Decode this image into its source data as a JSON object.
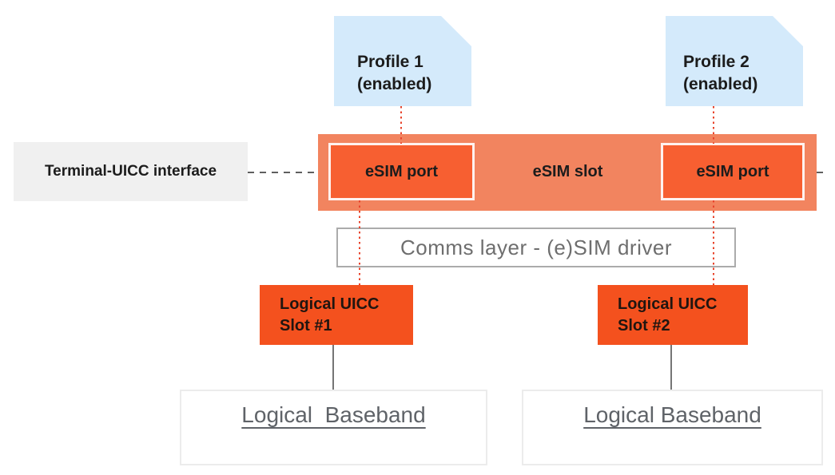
{
  "diagram": {
    "profiles": [
      {
        "title": "Profile 1",
        "subtitle": "(enabled)"
      },
      {
        "title": "Profile 2",
        "subtitle": "(enabled)"
      }
    ],
    "terminal_interface": {
      "label": "Terminal-UICC interface"
    },
    "esim_slot": {
      "label": "eSIM slot",
      "ports": [
        {
          "label": "eSIM port"
        },
        {
          "label": "eSIM port"
        }
      ]
    },
    "comms_layer": {
      "label": "Comms layer - (e)SIM driver"
    },
    "logical_slots": [
      {
        "line1": "Logical UICC",
        "line2": "Slot #1"
      },
      {
        "line1": "Logical UICC",
        "line2": "Slot #2"
      }
    ],
    "basebands": [
      {
        "label": "Logical  Baseband"
      },
      {
        "label": "Logical Baseband"
      }
    ],
    "colors": {
      "profile_bg": "#D4EAFB",
      "interface_bg": "#F0F0F0",
      "slot_bar_bg": "#F2845F",
      "port_bg": "#F75F31",
      "logical_slot_bg": "#F4511E",
      "dotted_line": "#E8442C",
      "dashed_line": "#5F5F5F",
      "muted_text": "#6E6E6E",
      "dark_text": "#1C1C1C"
    }
  }
}
